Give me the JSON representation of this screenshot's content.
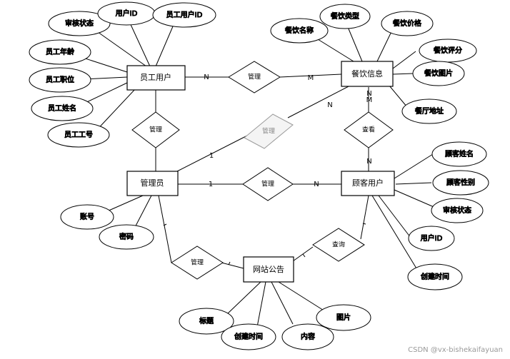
{
  "entities": {
    "employee": "员工用户",
    "catering": "餐饮信息",
    "admin": "管理员",
    "customer": "顾客用户",
    "notice": "网站公告"
  },
  "relationships": {
    "emp_catering": "管理",
    "admin_emp": "管理",
    "admin_catering": "管理",
    "catering_customer": "查看",
    "admin_customer": "管理",
    "admin_notice": "管理",
    "customer_notice": "查询"
  },
  "attributes": {
    "employee": [
      "审核状态",
      "用户ID",
      "员工用户ID",
      "员工年龄",
      "员工职位",
      "员工姓名",
      "员工工号"
    ],
    "catering": [
      "餐饮名称",
      "餐饮类型",
      "餐饮价格",
      "餐饮评分",
      "餐饮图片",
      "餐厅地址"
    ],
    "customer": [
      "顾客姓名",
      "顾客性别",
      "审核状态",
      "用户ID",
      "创建时间"
    ],
    "admin": [
      "账号",
      "密码"
    ],
    "notice": [
      "标题",
      "创建时间",
      "内容",
      "图片"
    ]
  },
  "cardinality": {
    "emp_rel_left": "N",
    "emp_rel_right": "M",
    "catering_rel_top_a": "M",
    "catering_rel_top_b": "N",
    "customer_rel_top": "N",
    "admin_catering_1": "1",
    "admin_catering_n": "N",
    "admin_customer_1": "1",
    "admin_customer_n": "N"
  },
  "watermark": "CSDN @vx-bishekaifayuan"
}
